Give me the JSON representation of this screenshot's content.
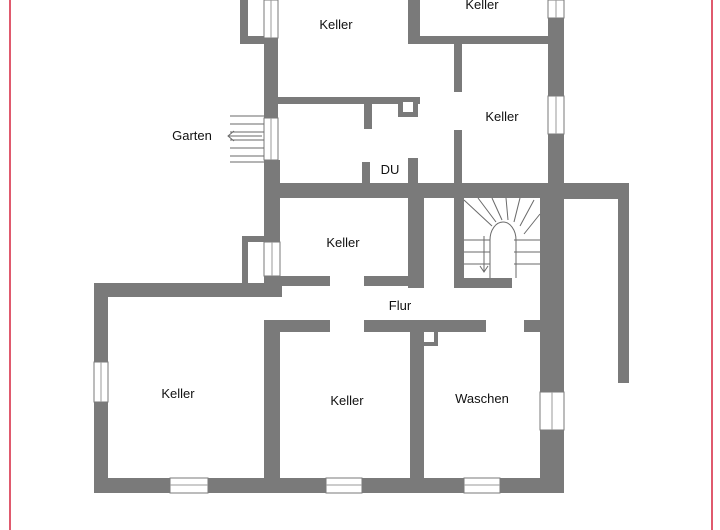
{
  "colors": {
    "wall": "#7a7a7a",
    "border": "#e05a6e",
    "background": "#ffffff"
  },
  "labels": {
    "keller_top": "Keller",
    "keller_top_right": "Keller",
    "keller_right": "Keller",
    "garten": "Garten",
    "du": "DU",
    "keller_mid": "Keller",
    "flur": "Flur",
    "keller_bottom_left": "Keller",
    "keller_bottom_mid": "Keller",
    "waschen": "Waschen"
  },
  "icons": {
    "garten_exit": "arrow-left-icon",
    "stair_direction": "arrow-down-icon"
  }
}
